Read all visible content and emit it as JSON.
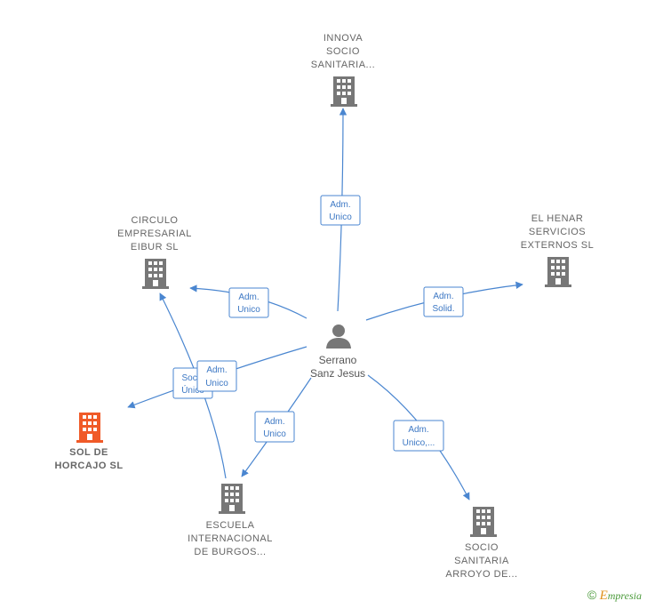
{
  "center": {
    "label_lines": [
      "Serrano",
      "Sanz Jesus"
    ],
    "icon": "person-icon"
  },
  "companies": [
    {
      "id": "innova",
      "label_lines": [
        "INNOVA",
        "SOCIO",
        "SANITARIA..."
      ],
      "icon": "building-icon",
      "color": "#777777"
    },
    {
      "id": "circulo",
      "label_lines": [
        "CIRCULO",
        "EMPRESARIAL",
        "EIBUR  SL"
      ],
      "icon": "building-icon",
      "color": "#777777"
    },
    {
      "id": "elhenar",
      "label_lines": [
        "EL HENAR",
        "SERVICIOS",
        "EXTERNOS SL"
      ],
      "icon": "building-icon",
      "color": "#777777"
    },
    {
      "id": "solhorcajo",
      "label_lines": [
        "SOL DE",
        "HORCAJO  SL"
      ],
      "icon": "building-icon",
      "color": "#f05a28"
    },
    {
      "id": "escuela",
      "label_lines": [
        "ESCUELA",
        "INTERNACIONAL",
        "DE BURGOS..."
      ],
      "icon": "building-icon",
      "color": "#777777"
    },
    {
      "id": "socioarroyo",
      "label_lines": [
        "SOCIO",
        "SANITARIA",
        "ARROYO DE..."
      ],
      "icon": "building-icon",
      "color": "#777777"
    }
  ],
  "relations": [
    {
      "to": "innova",
      "label_lines": [
        "Adm.",
        "Unico"
      ]
    },
    {
      "to": "circulo",
      "label_lines": [
        "Adm.",
        "Unico"
      ]
    },
    {
      "to": "elhenar",
      "label_lines": [
        "Adm.",
        "Solid."
      ]
    },
    {
      "to": "solhorcajo",
      "label_lines": [
        "Adm.",
        "Unico"
      ]
    },
    {
      "to": "escuela",
      "label_lines": [
        "Adm.",
        "Unico"
      ]
    },
    {
      "to": "socioarroyo",
      "label_lines": [
        "Adm.",
        "Unico,..."
      ]
    },
    {
      "to": "circulo-from-escuela",
      "label_lines": [
        "Socio",
        "Único"
      ]
    }
  ],
  "footer": {
    "copyright": "©",
    "brand_initial": "E",
    "brand_rest": "mpresia"
  },
  "colors": {
    "edge": "#4a86d0",
    "building": "#777777",
    "highlight": "#f05a28"
  }
}
